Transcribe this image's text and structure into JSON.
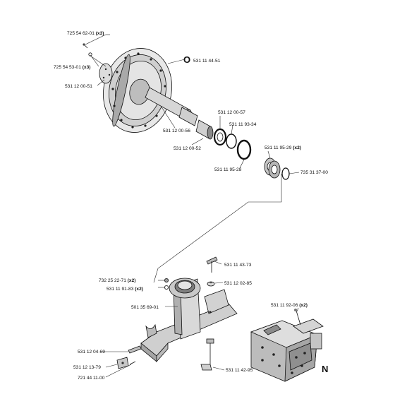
{
  "section_labels": {
    "top": "O",
    "bottom": "N"
  },
  "qty_suffix": "(x2)",
  "qty_suffix_3": "(x3)",
  "parts": {
    "screw_top": {
      "number": "725 54 62-01",
      "qty": "(x3)"
    },
    "washer_top": {
      "number": "725 54 53-01",
      "qty": "(x3)"
    },
    "cover_plate": {
      "number": "531 12 00-51"
    },
    "wheel": {
      "number": "531 11 44-51"
    },
    "shaft": {
      "number": "531 12 00-56"
    },
    "ring_57": {
      "number": "531 12 00-57"
    },
    "ring_34": {
      "number": "531 11 93-34"
    },
    "spacer_52": {
      "number": "531 12 00-52"
    },
    "bearing_29": {
      "number": "531 11 95-29",
      "qty": "(x2)"
    },
    "seal_28": {
      "number": "531 11 95-28"
    },
    "circlip_00": {
      "number": "735 31 37-00"
    },
    "bolt_73": {
      "number": "531 11 43-73"
    },
    "nut_71": {
      "number": "732 25 22-71",
      "qty": "(x2)"
    },
    "washer_83": {
      "number": "531 11 91-83",
      "qty": "(x2)"
    },
    "bushing_85": {
      "number": "531 12 02-85"
    },
    "frame_01": {
      "number": "501 35 69-01"
    },
    "bolt_06": {
      "number": "531 11 92-06",
      "qty": "(x2)"
    },
    "pin_69": {
      "number": "531 12 04-69"
    },
    "bracket_79": {
      "number": "531 12 13-79"
    },
    "screw_00": {
      "number": "721 44 11-00"
    },
    "handle_95": {
      "number": "531 11 42-95"
    }
  }
}
